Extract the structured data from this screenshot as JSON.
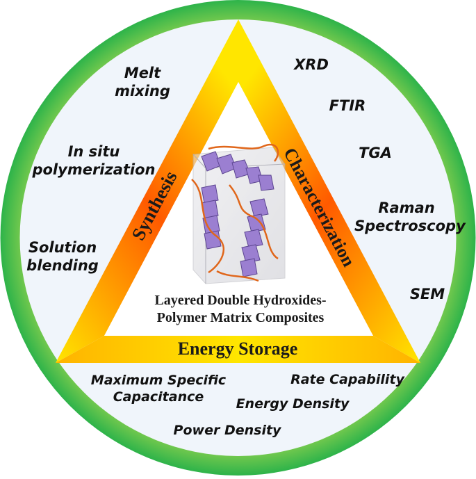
{
  "center_title_lines": [
    "Layered Double Hydroxides-",
    "Polymer Matrix Composites"
  ],
  "triangle_labels": {
    "left": "Synthesis",
    "right": "Characterization",
    "bottom": "Energy Storage"
  },
  "synthesis_methods": [
    {
      "lines": [
        "Melt",
        "mixing"
      ]
    },
    {
      "lines": [
        "In situ",
        "polymerization"
      ]
    },
    {
      "lines": [
        "Solution",
        "blending"
      ]
    }
  ],
  "characterization_methods": [
    {
      "lines": [
        "XRD"
      ]
    },
    {
      "lines": [
        "FTIR"
      ]
    },
    {
      "lines": [
        "TGA"
      ]
    },
    {
      "lines": [
        "Raman",
        "Spectroscopy"
      ]
    },
    {
      "lines": [
        "SEM"
      ]
    }
  ],
  "energy_storage_metrics": [
    {
      "lines": [
        "Maximum Specific",
        "Capacitance"
      ]
    },
    {
      "lines": [
        "Rate Capability"
      ]
    },
    {
      "lines": [
        "Energy Density"
      ]
    },
    {
      "lines": [
        "Power Density"
      ]
    }
  ],
  "colors": {
    "ring_outer": "#2db34a",
    "ring_inner": "#8fd14f",
    "disk_fill": "#f0f5fb",
    "triangle_yellow": "#ffe600",
    "triangle_red": "#ff3a00",
    "polyhedra": "#9b7fd1",
    "polymer_chain": "#e0661a"
  },
  "icons": [
    "ldh-polymer-structure-icon"
  ]
}
